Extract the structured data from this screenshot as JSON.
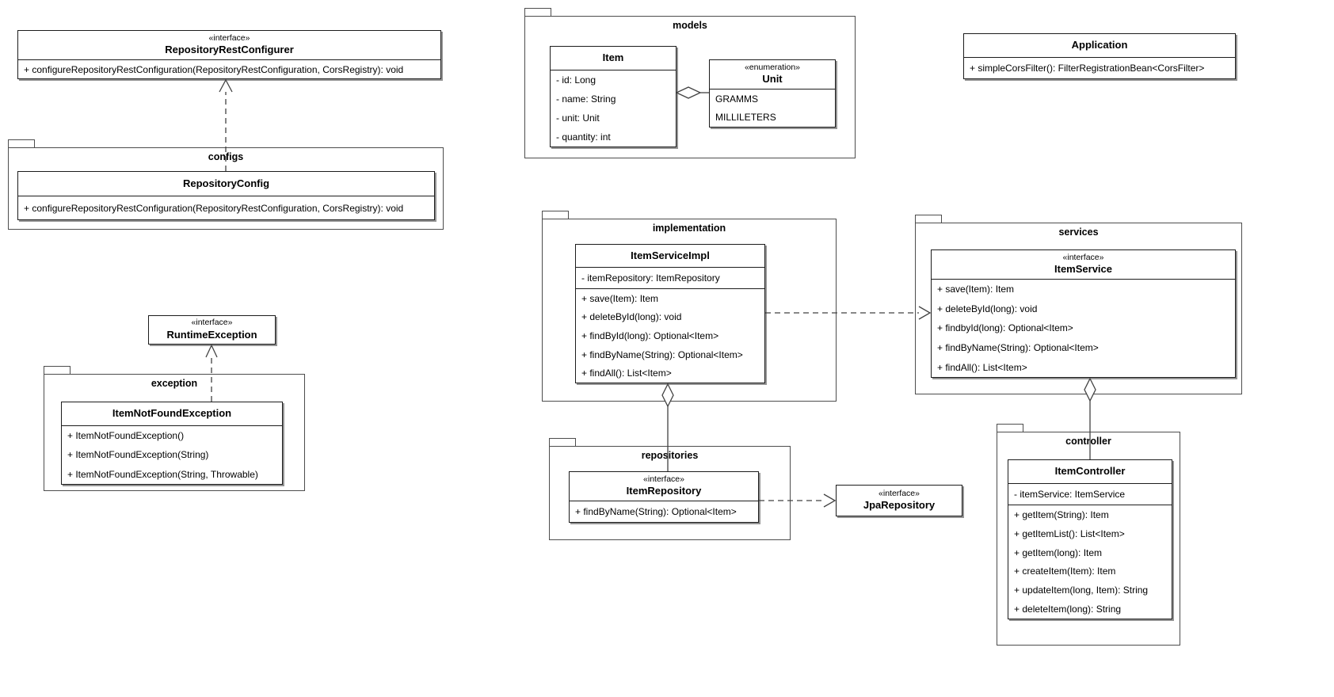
{
  "packages": {
    "configs": {
      "label": "configs"
    },
    "exception": {
      "label": "exception"
    },
    "models": {
      "label": "models"
    },
    "implementation": {
      "label": "implementation"
    },
    "repositories": {
      "label": "repositories"
    },
    "services": {
      "label": "services"
    },
    "controller": {
      "label": "controller"
    }
  },
  "classes": {
    "repositoryRestConfigurer": {
      "stereotype": "«interface»",
      "name": "RepositoryRestConfigurer",
      "methods": [
        "+ configureRepositoryRestConfiguration(RepositoryRestConfiguration, CorsRegistry): void"
      ]
    },
    "repositoryConfig": {
      "name": "RepositoryConfig",
      "methods": [
        "+ configureRepositoryRestConfiguration(RepositoryRestConfiguration, CorsRegistry): void"
      ]
    },
    "runtimeException": {
      "stereotype": "«interface»",
      "name": "RuntimeException"
    },
    "itemNotFoundException": {
      "name": "ItemNotFoundException",
      "methods": [
        "+ ItemNotFoundException()",
        "+ ItemNotFoundException(String)",
        "+ ItemNotFoundException(String, Throwable)"
      ]
    },
    "item": {
      "name": "Item",
      "attributes": [
        "- id: Long",
        "- name: String",
        "- unit: Unit",
        "- quantity: int"
      ]
    },
    "unit": {
      "stereotype": "«enumeration»",
      "name": "Unit",
      "literals": [
        "GRAMMS",
        "MILLILETERS"
      ]
    },
    "application": {
      "name": "Application",
      "methods": [
        "+ simpleCorsFilter(): FilterRegistrationBean<CorsFilter>"
      ]
    },
    "itemServiceImpl": {
      "name": "ItemServiceImpl",
      "attributes": [
        "- itemRepository: ItemRepository"
      ],
      "methods": [
        "+ save(Item): Item",
        "+ deleteById(long): void",
        "+ findById(long): Optional<Item>",
        "+ findByName(String): Optional<Item>",
        "+ findAll(): List<Item>"
      ]
    },
    "itemService": {
      "stereotype": "«interface»",
      "name": "ItemService",
      "methods": [
        "+ save(Item): Item",
        "+ deleteById(long): void",
        "+ findbyId(long): Optional<Item>",
        "+ findByName(String): Optional<Item>",
        "+ findAll(): List<Item>"
      ]
    },
    "itemRepository": {
      "stereotype": "«interface»",
      "name": "ItemRepository",
      "methods": [
        "+ findByName(String): Optional<Item>"
      ]
    },
    "jpaRepository": {
      "stereotype": "«interface»",
      "name": "JpaRepository"
    },
    "itemController": {
      "name": "ItemController",
      "attributes": [
        "- itemService: ItemService"
      ],
      "methods": [
        "+ getItem(String): Item",
        "+ getItemList(): List<Item>",
        "+ getItem(long): Item",
        "+ createItem(Item): Item",
        "+ updateItem(long, Item): String",
        "+ deleteItem(long): String"
      ]
    }
  },
  "relationships": [
    {
      "type": "realization",
      "from": "RepositoryConfig",
      "to": "RepositoryRestConfigurer",
      "line": "dashed",
      "head": "open-arrow"
    },
    {
      "type": "realization",
      "from": "ItemNotFoundException",
      "to": "RuntimeException",
      "line": "dashed",
      "head": "open-arrow"
    },
    {
      "type": "aggregation",
      "from": "Unit",
      "to": "Item",
      "line": "solid",
      "head": "hollow-diamond"
    },
    {
      "type": "dependency",
      "from": "ItemServiceImpl",
      "to": "ItemService",
      "line": "dashed",
      "head": "open-arrow"
    },
    {
      "type": "aggregation",
      "from": "ItemRepository",
      "to": "ItemServiceImpl",
      "line": "solid",
      "head": "hollow-diamond"
    },
    {
      "type": "dependency",
      "from": "ItemRepository",
      "to": "JpaRepository",
      "line": "dashed",
      "head": "open-arrow"
    },
    {
      "type": "aggregation",
      "from": "ItemController",
      "to": "ItemService",
      "line": "solid",
      "head": "hollow-diamond"
    }
  ]
}
